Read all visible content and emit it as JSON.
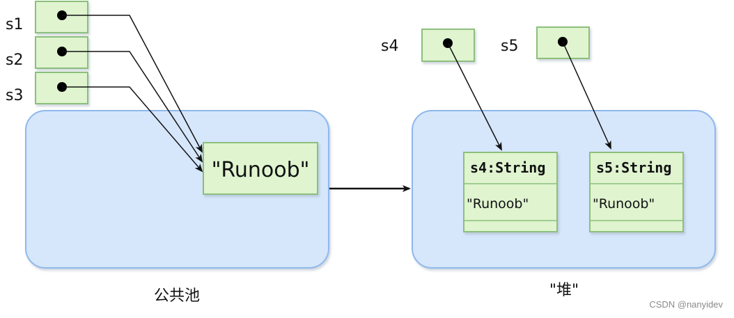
{
  "colors": {
    "region_fill": "#d6e6fb",
    "region_stroke": "#8fb8ec",
    "box_fill": "#dff4cf",
    "box_stroke": "#8cbf7c",
    "arrow": "#111111",
    "watermark": "#8a8a8a"
  },
  "variables": [
    {
      "name": "s1"
    },
    {
      "name": "s2"
    },
    {
      "name": "s3"
    },
    {
      "name": "s4"
    },
    {
      "name": "s5"
    }
  ],
  "pool": {
    "label": "公共池",
    "literal": "\"Runoob\""
  },
  "heap": {
    "label": "\"堆\"",
    "objects": [
      {
        "title": "s4:String",
        "value": "\"Runoob\""
      },
      {
        "title": "s5:String",
        "value": "\"Runoob\""
      }
    ]
  },
  "watermark": "CSDN @nanyidev"
}
